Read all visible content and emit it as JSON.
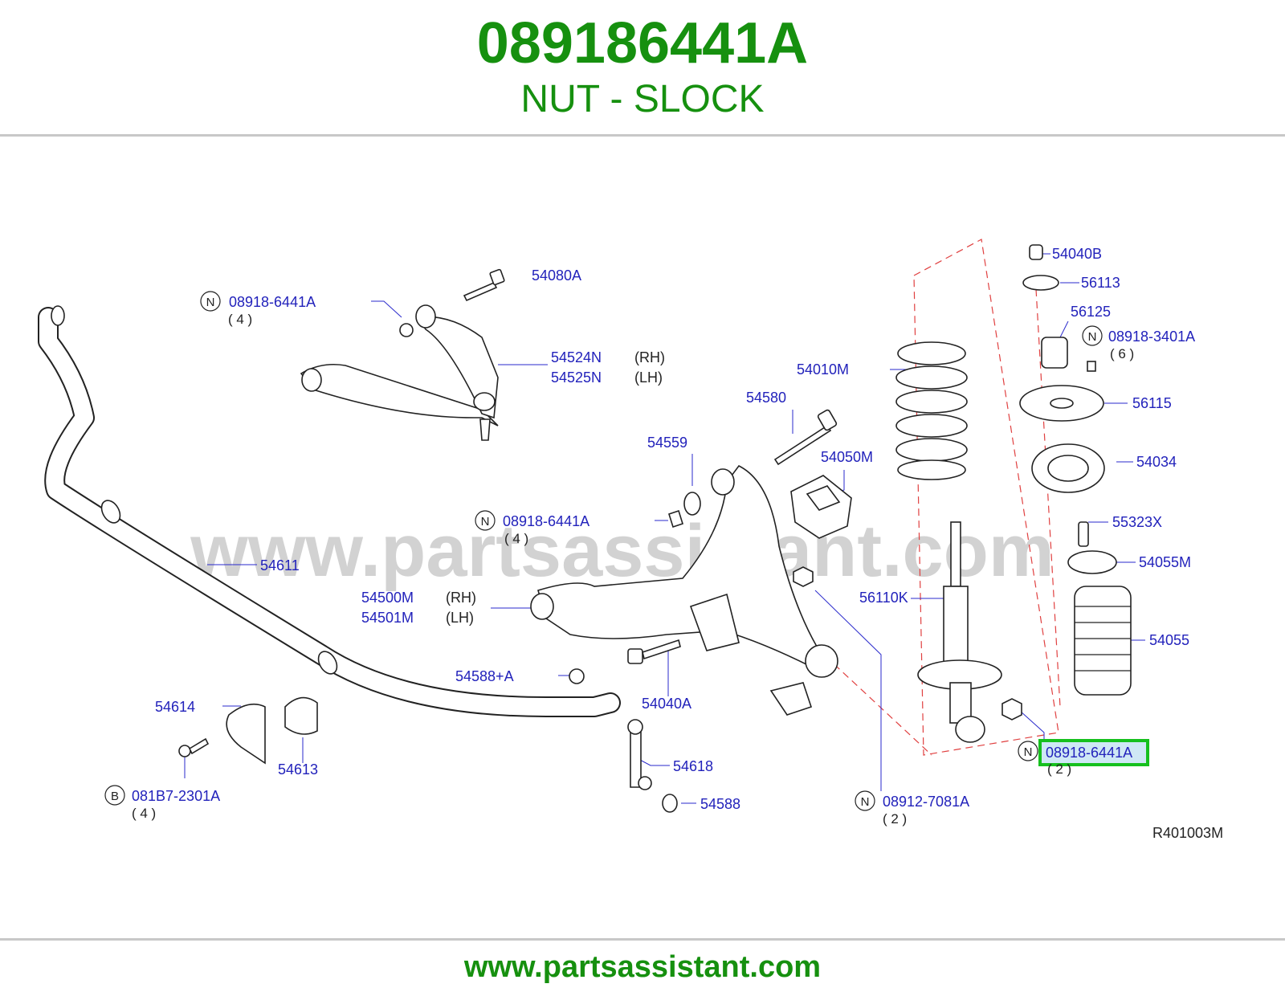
{
  "header": {
    "part_number": "089186441A",
    "part_name": "NUT - SLOCK"
  },
  "footer": {
    "url": "www.partsassistant.com"
  },
  "diagram": {
    "watermark": "www.partsassistant.com",
    "ref_code": "R401003M",
    "highlight_color": "#16c01e",
    "brand_color": "#16900f",
    "label_color": "#2222bb",
    "labels": [
      {
        "id": "54080A",
        "text": "54080A"
      },
      {
        "id": "N1",
        "text": "08918-6441A",
        "badge": "N",
        "qty": "( 4 )"
      },
      {
        "id": "54524N",
        "text": "54524N",
        "side": "(RH)"
      },
      {
        "id": "54525N",
        "text": "54525N",
        "side": "(LH)"
      },
      {
        "id": "54010M",
        "text": "54010M"
      },
      {
        "id": "54580",
        "text": "54580"
      },
      {
        "id": "54559",
        "text": "54559"
      },
      {
        "id": "54050M",
        "text": "54050M"
      },
      {
        "id": "N2",
        "text": "08918-6441A",
        "badge": "N",
        "qty": "( 4 )"
      },
      {
        "id": "54611",
        "text": "54611"
      },
      {
        "id": "54500M",
        "text": "54500M",
        "side": "(RH)"
      },
      {
        "id": "54501M",
        "text": "54501M",
        "side": "(LH)"
      },
      {
        "id": "56110K",
        "text": "56110K"
      },
      {
        "id": "54588A",
        "text": "54588+A"
      },
      {
        "id": "54040A",
        "text": "54040A"
      },
      {
        "id": "54614",
        "text": "54614"
      },
      {
        "id": "54613",
        "text": "54613"
      },
      {
        "id": "B1",
        "text": "081B7-2301A",
        "badge": "B",
        "qty": "( 4 )"
      },
      {
        "id": "54618",
        "text": "54618"
      },
      {
        "id": "54588",
        "text": "54588"
      },
      {
        "id": "N3",
        "text": "08912-7081A",
        "badge": "N",
        "qty": "( 2 )"
      },
      {
        "id": "N4",
        "text": "08918-6441A",
        "badge": "N",
        "qty": "( 2 )",
        "highlighted": true
      },
      {
        "id": "54040B",
        "text": "54040B"
      },
      {
        "id": "56113",
        "text": "56113"
      },
      {
        "id": "56125",
        "text": "56125"
      },
      {
        "id": "N5",
        "text": "08918-3401A",
        "badge": "N",
        "qty": "( 6 )"
      },
      {
        "id": "56115",
        "text": "56115"
      },
      {
        "id": "54034",
        "text": "54034"
      },
      {
        "id": "55323X",
        "text": "55323X"
      },
      {
        "id": "54055M",
        "text": "54055M"
      },
      {
        "id": "54055",
        "text": "54055"
      }
    ]
  }
}
